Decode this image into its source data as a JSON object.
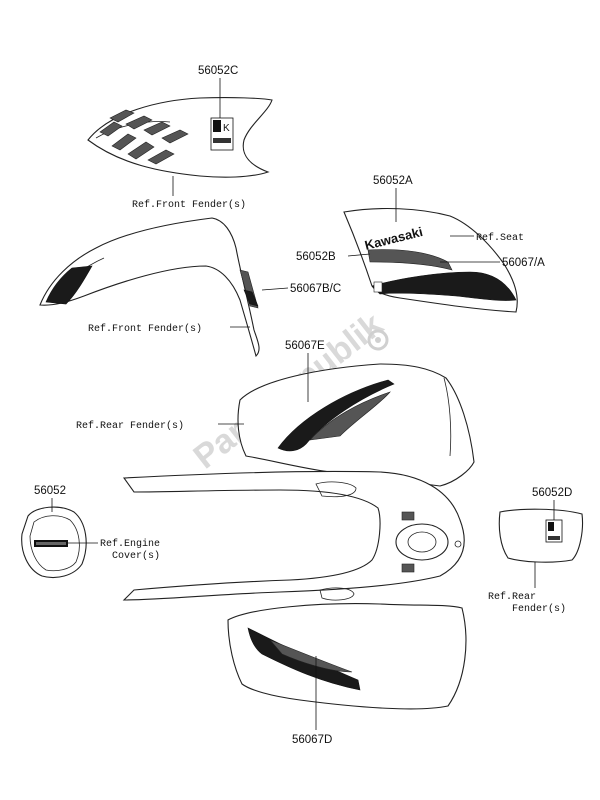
{
  "watermark": "PartsRepublik",
  "labels": {
    "p56052C": "56052C",
    "ref_front_fender_top": "Ref.Front Fender(s)",
    "p56052A": "56052A",
    "p56052B": "56052B",
    "ref_seat": "Ref.Seat",
    "p56067A": "56067/A",
    "p56067BC": "56067B/C",
    "ref_front_fender_mid": "Ref.Front Fender(s)",
    "p56067E": "56067E",
    "ref_rear_fender_left": "Ref.Rear Fender(s)",
    "p56052": "56052",
    "ref_engine_line1": "Ref.Engine",
    "ref_engine_line2": "Cover(s)",
    "p56052D": "56052D",
    "ref_rear_right_line1": "Ref.Rear",
    "ref_rear_right_line2": "Fender(s)",
    "p56067D": "56067D"
  },
  "decals": {
    "kawasaki_brand": "Kawasaki",
    "emblem_mark": "K"
  },
  "colors": {
    "ink": "#111111",
    "decal_dark": "#1a1a1a",
    "watermark": "#d9d9d9"
  }
}
